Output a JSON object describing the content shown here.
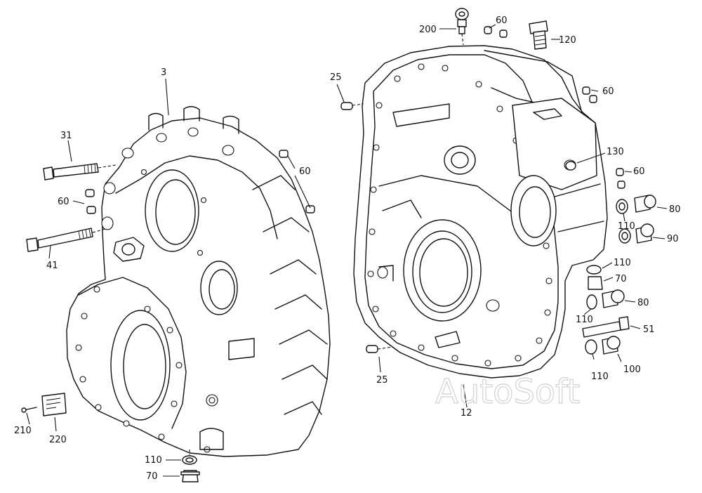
{
  "watermark": "AutoSoft",
  "labels": {
    "l3": "3",
    "l31": "31",
    "l41": "41",
    "l60a": "60",
    "l60b": "60",
    "l60c": "60",
    "l60d": "60",
    "l60e": "60",
    "l210": "210",
    "l220": "220",
    "l110a": "110",
    "l70a": "70",
    "l200": "200",
    "l120": "120",
    "l25a": "25",
    "l25b": "25",
    "l130": "130",
    "l80a": "80",
    "l110b": "110",
    "l90": "90",
    "l110c": "110",
    "l70b": "70",
    "l80b": "80",
    "l110d": "110",
    "l51": "51",
    "l110e": "110",
    "l100": "100",
    "l12": "12"
  }
}
